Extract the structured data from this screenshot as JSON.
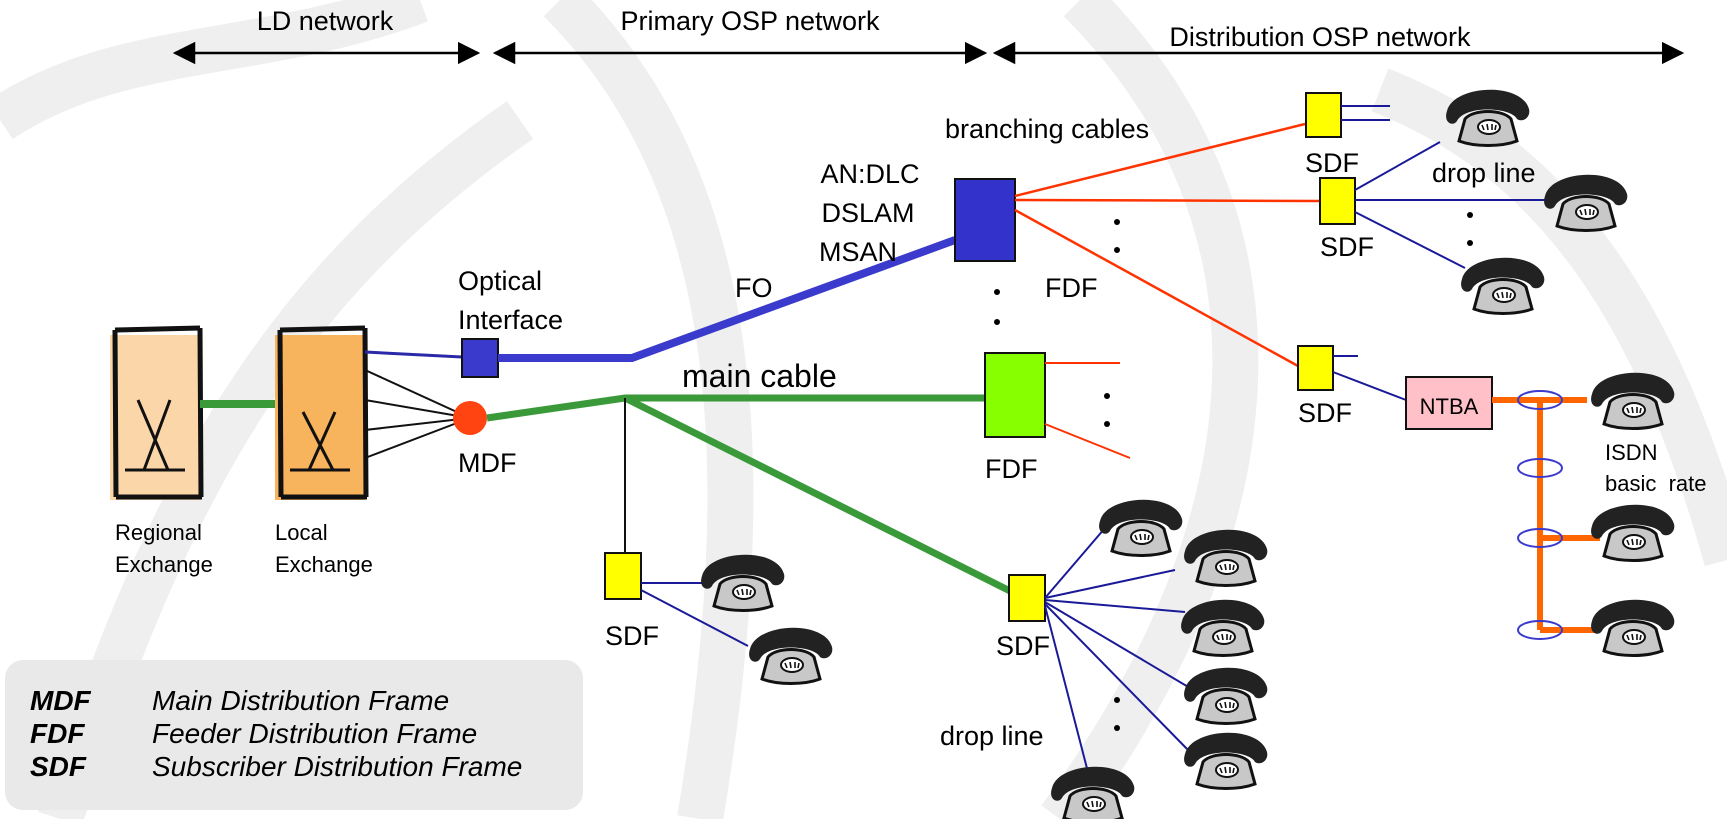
{
  "sections": {
    "ld": "LD network",
    "primary": "Primary OSP network",
    "distribution": "Distribution OSP network"
  },
  "labels": {
    "regional": [
      "Regional",
      "Exchange"
    ],
    "local": [
      "Local",
      "Exchange"
    ],
    "optical": [
      "Optical",
      "Interface"
    ],
    "mdf": "MDF",
    "fo": "FO",
    "main_cable": "main cable",
    "an": [
      "AN:DLC",
      "DSLAM",
      "MSAN"
    ],
    "branching_cables": "branching cables",
    "fdf": "FDF",
    "sdf": "SDF",
    "drop_line": "drop line",
    "ntba": "NTBA",
    "isdn": [
      "ISDN",
      "basic  rate"
    ]
  },
  "legend": [
    {
      "term": "MDF",
      "desc": "Main Distribution Frame"
    },
    {
      "term": "FDF",
      "desc": "Feeder Distribution Frame"
    },
    {
      "term": "SDF",
      "desc": "Subscriber Distribution Frame"
    }
  ],
  "colors": {
    "fiber": "#3a3acd",
    "copper_main": "#3a9a3a",
    "branching": "#ff3300",
    "drop": "#1a1a99",
    "isdn_bus": "#ff6600",
    "sdf_fill": "#ffff00",
    "fdf_fill": "#88ff00",
    "an_fill": "#3333cc",
    "ntba_fill": "#ffc0c8",
    "mdf_fill": "#ff4411",
    "regional_fill": "#fbd6a8",
    "local_fill": "#f7b45c"
  },
  "icons": {
    "phone": "telephone-icon",
    "exchange": "exchange-switch-icon"
  }
}
